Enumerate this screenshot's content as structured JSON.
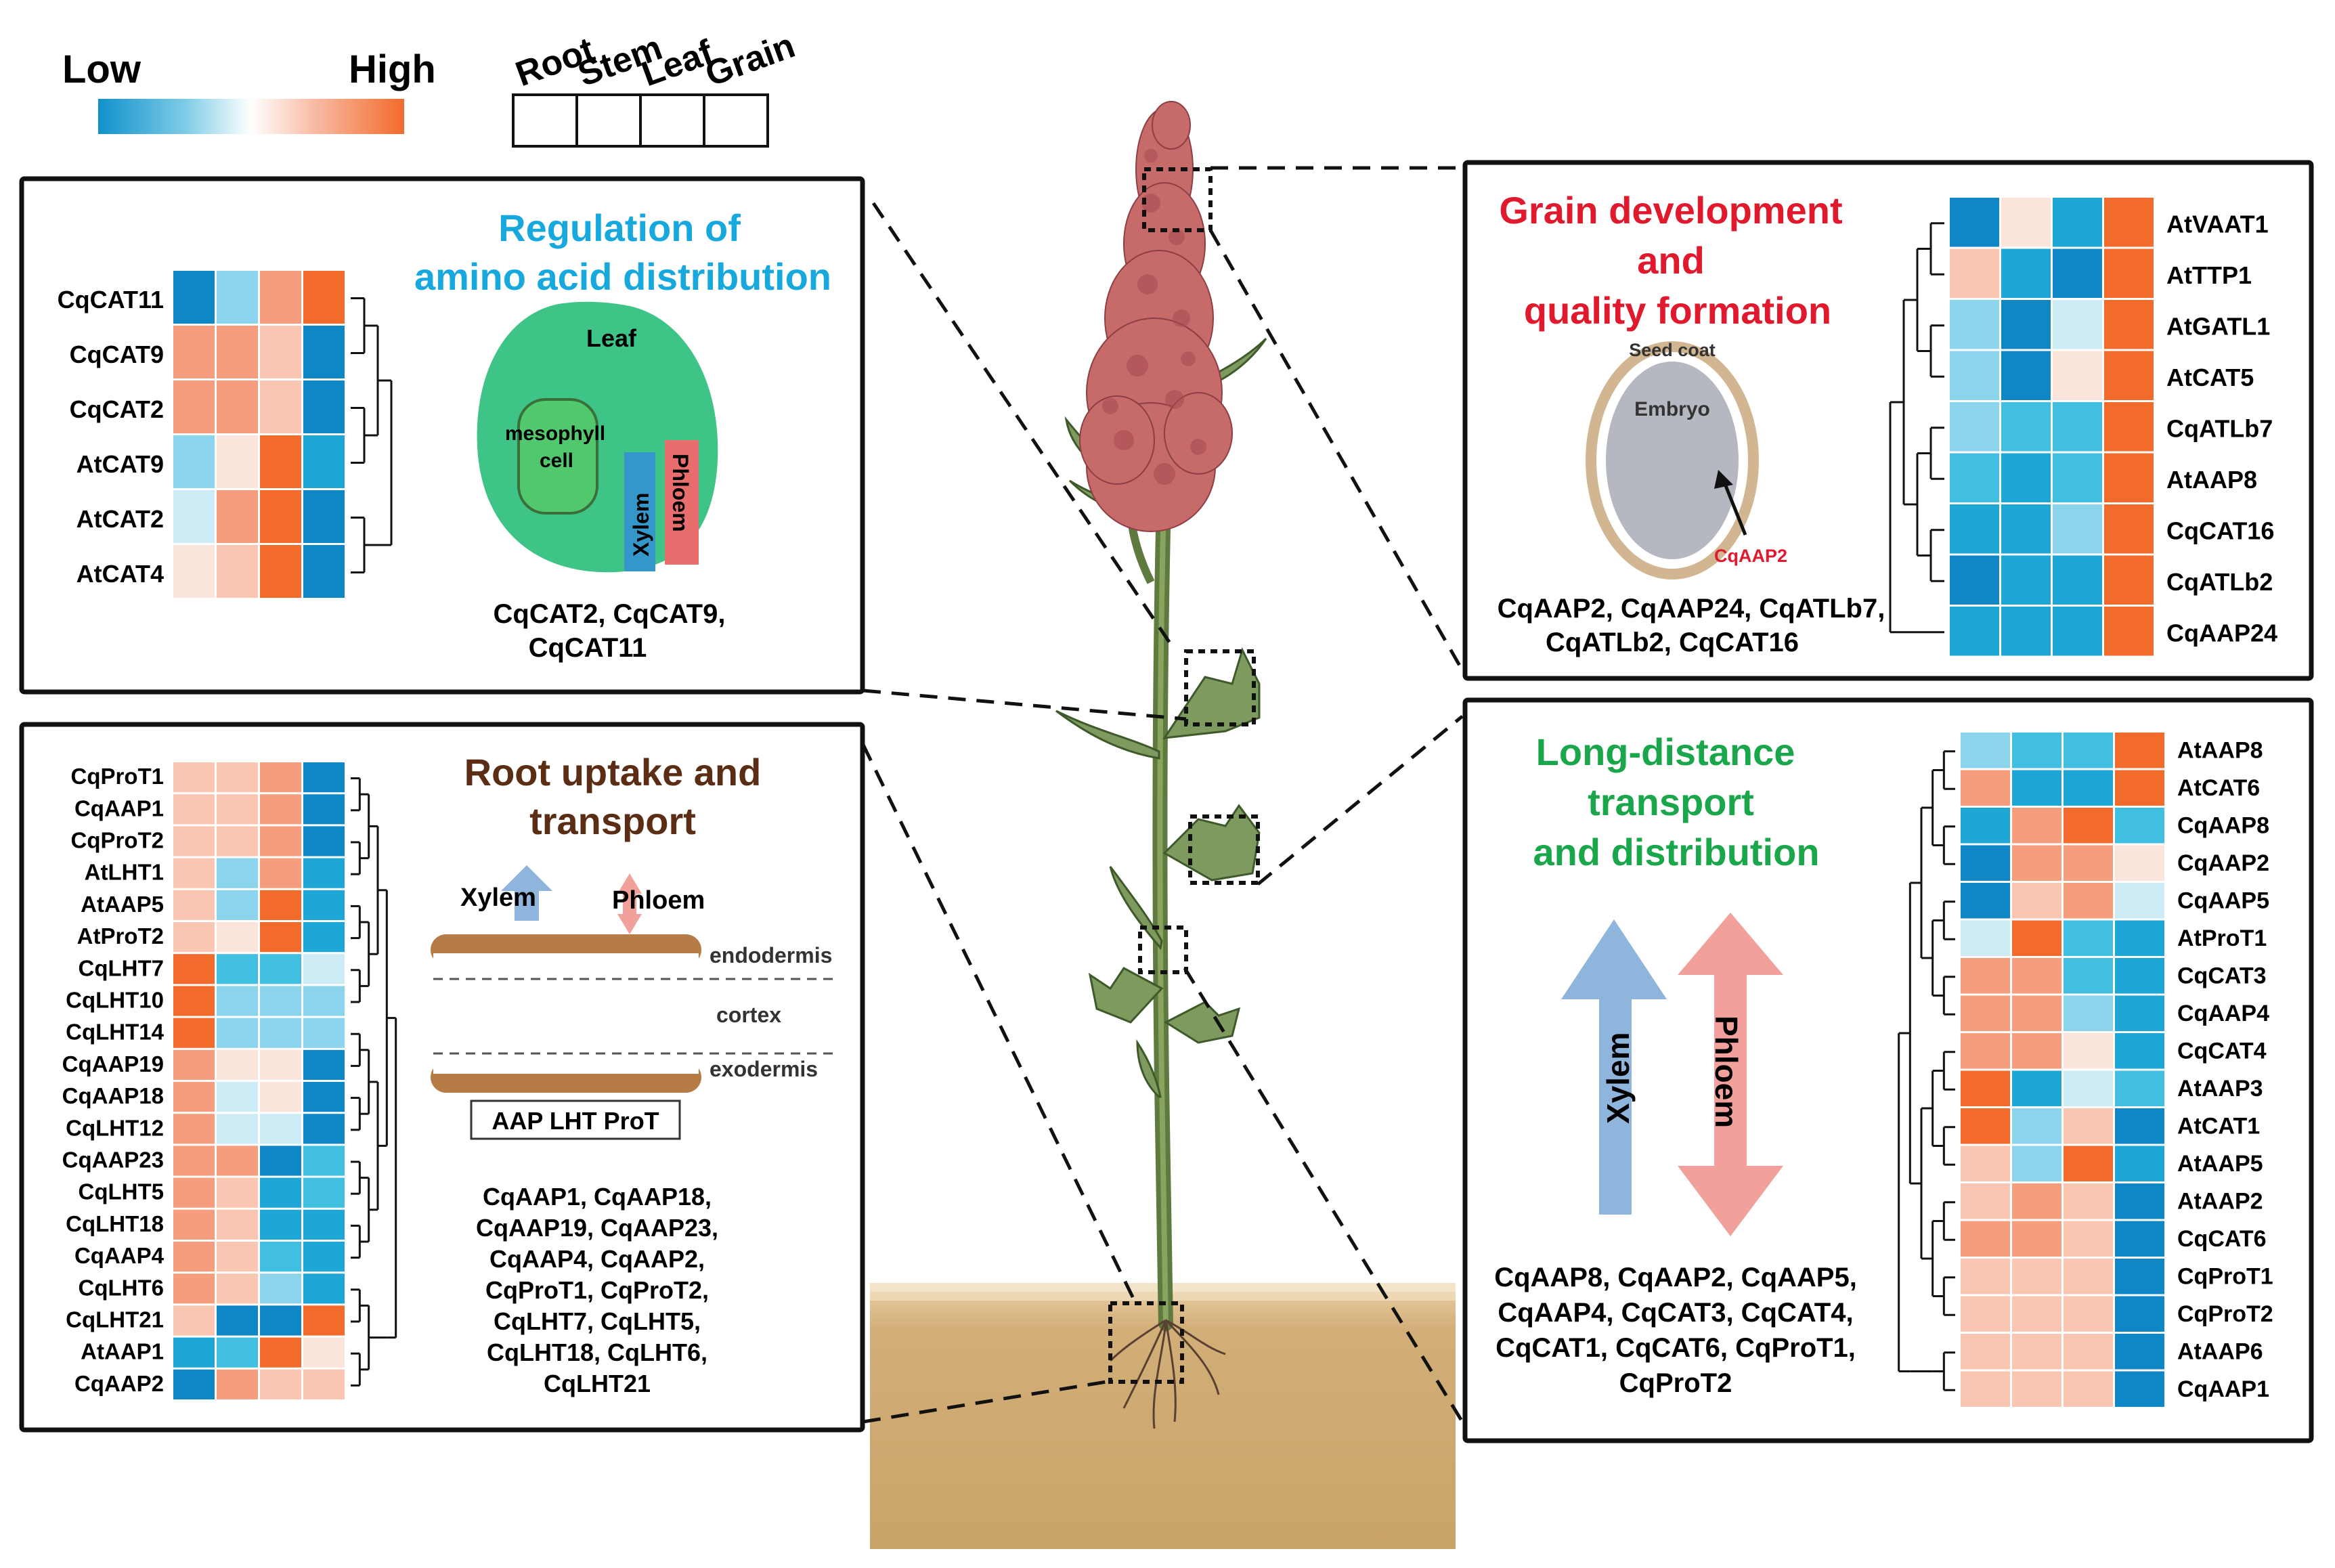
{
  "legend": {
    "low": "Low",
    "high": "High",
    "low_color": "#1192cc",
    "mid_color": "#ffffff",
    "high_color": "#f26b2c",
    "tissues": [
      "Root",
      "Stem",
      "Leaf",
      "Grain"
    ]
  },
  "scale": [
    "#0f86c6",
    "#1ea6d6",
    "#40bfe0",
    "#8bd4eb",
    "#cdebf4",
    "#fbe4dc",
    "#f8c6b1",
    "#f69d7d",
    "#f26b2c"
  ],
  "panels": {
    "amino": {
      "title": [
        "Regulation of",
        "amino acid distribution"
      ],
      "title_color": "#17a9dd",
      "genes": [
        "CqCAT2, CqCAT9,",
        "CqCAT11"
      ],
      "diagram": {
        "leaf": "Leaf",
        "cell": [
          "mesophyll",
          "cell"
        ],
        "xylem": "Xylem",
        "phloem": "Phloem"
      },
      "heatmap": {
        "rows": [
          "CqCAT11",
          "CqCAT9",
          "CqCAT2",
          "AtCAT9",
          "AtCAT2",
          "AtCAT4"
        ],
        "levels": [
          [
            0,
            3,
            7,
            8
          ],
          [
            7,
            7,
            6,
            0
          ],
          [
            7,
            7,
            6,
            0
          ],
          [
            3,
            5,
            8,
            1
          ],
          [
            4,
            7,
            8,
            0
          ],
          [
            5,
            6,
            8,
            0
          ]
        ]
      }
    },
    "grain": {
      "title": [
        "Grain development",
        "and",
        "quality formation"
      ],
      "title_color": "#e0192c",
      "genes": [
        "CqAAP2, CqAAP24, CqATLb7,",
        "CqATLb2, CqCAT16"
      ],
      "diagram": {
        "seed_coat": "Seed coat",
        "embryo": "Embryo",
        "label": "CqAAP2"
      },
      "heatmap": {
        "rows": [
          "AtVAAT1",
          "AtTTP1",
          "AtGATL1",
          "AtCAT5",
          "CqATLb7",
          "AtAAP8",
          "CqCAT16",
          "CqATLb2",
          "CqAAP24"
        ],
        "levels": [
          [
            0,
            5,
            1,
            8
          ],
          [
            6,
            1,
            0,
            8
          ],
          [
            3,
            0,
            4,
            8
          ],
          [
            3,
            0,
            5,
            8
          ],
          [
            3,
            2,
            2,
            8
          ],
          [
            2,
            1,
            2,
            8
          ],
          [
            1,
            1,
            3,
            8
          ],
          [
            0,
            1,
            1,
            8
          ],
          [
            1,
            1,
            1,
            8
          ]
        ]
      }
    },
    "root": {
      "title": [
        "Root uptake and",
        "transport"
      ],
      "title_color": "#5a2d14",
      "genes": [
        "CqAAP1, CqAAP18,",
        "CqAAP19, CqAAP23,",
        "CqAAP4, CqAAP2,",
        "CqProT1, CqProT2,",
        "CqLHT7, CqLHT5,",
        "CqLHT18, CqLHT6,",
        "CqLHT21"
      ],
      "diagram": {
        "xylem": "Xylem",
        "phloem": "Phloem",
        "endodermis": "endodermis",
        "cortex": "cortex",
        "exodermis": "exodermis",
        "box": "AAP LHT ProT"
      },
      "heatmap": {
        "rows": [
          "CqProT1",
          "CqAAP1",
          "CqProT2",
          "AtLHT1",
          "AtAAP5",
          "AtProT2",
          "CqLHT7",
          "CqLHT10",
          "CqLHT14",
          "CqAAP19",
          "CqAAP18",
          "CqLHT12",
          "CqAAP23",
          "CqLHT5",
          "CqLHT18",
          "CqAAP4",
          "CqLHT6",
          "CqLHT21",
          "AtAAP1",
          "CqAAP2"
        ],
        "levels": [
          [
            6,
            6,
            7,
            0
          ],
          [
            6,
            6,
            7,
            0
          ],
          [
            6,
            6,
            7,
            0
          ],
          [
            6,
            3,
            7,
            1
          ],
          [
            6,
            3,
            8,
            1
          ],
          [
            6,
            5,
            8,
            1
          ],
          [
            8,
            2,
            2,
            4
          ],
          [
            8,
            3,
            3,
            3
          ],
          [
            8,
            3,
            3,
            3
          ],
          [
            7,
            5,
            5,
            0
          ],
          [
            7,
            4,
            5,
            0
          ],
          [
            7,
            4,
            4,
            0
          ],
          [
            7,
            7,
            0,
            2
          ],
          [
            7,
            6,
            1,
            2
          ],
          [
            7,
            6,
            1,
            1
          ],
          [
            7,
            6,
            2,
            1
          ],
          [
            7,
            6,
            3,
            1
          ],
          [
            6,
            0,
            0,
            8
          ],
          [
            1,
            2,
            8,
            5
          ],
          [
            0,
            7,
            6,
            6
          ]
        ]
      }
    },
    "long": {
      "title": [
        "Long-distance",
        "transport",
        "and distribution"
      ],
      "title_color": "#1aa64a",
      "genes": [
        "CqAAP8, CqAAP2, CqAAP5,",
        "CqAAP4, CqCAT3, CqCAT4,",
        "CqCAT1, CqCAT6, CqProT1,",
        "CqProT2"
      ],
      "diagram": {
        "xylem": "Xylem",
        "phloem": "Phloem"
      },
      "heatmap": {
        "rows": [
          "AtAAP8",
          "AtCAT6",
          "CqAAP8",
          "CqAAP2",
          "CqAAP5",
          "AtProT1",
          "CqCAT3",
          "CqAAP4",
          "CqCAT4",
          "AtAAP3",
          "AtCAT1",
          "AtAAP5",
          "AtAAP2",
          "CqCAT6",
          "CqProT1",
          "CqProT2",
          "AtAAP6",
          "CqAAP1"
        ],
        "levels": [
          [
            3,
            2,
            2,
            8
          ],
          [
            7,
            1,
            1,
            8
          ],
          [
            1,
            7,
            8,
            2
          ],
          [
            0,
            7,
            7,
            5
          ],
          [
            0,
            6,
            7,
            4
          ],
          [
            4,
            8,
            2,
            1
          ],
          [
            7,
            7,
            2,
            1
          ],
          [
            7,
            7,
            3,
            1
          ],
          [
            7,
            7,
            5,
            1
          ],
          [
            8,
            1,
            4,
            2
          ],
          [
            8,
            3,
            6,
            0
          ],
          [
            6,
            3,
            8,
            1
          ],
          [
            6,
            7,
            6,
            0
          ],
          [
            7,
            7,
            6,
            0
          ],
          [
            6,
            6,
            6,
            0
          ],
          [
            6,
            6,
            6,
            0
          ],
          [
            6,
            6,
            6,
            0
          ],
          [
            6,
            6,
            6,
            0
          ]
        ]
      }
    }
  }
}
